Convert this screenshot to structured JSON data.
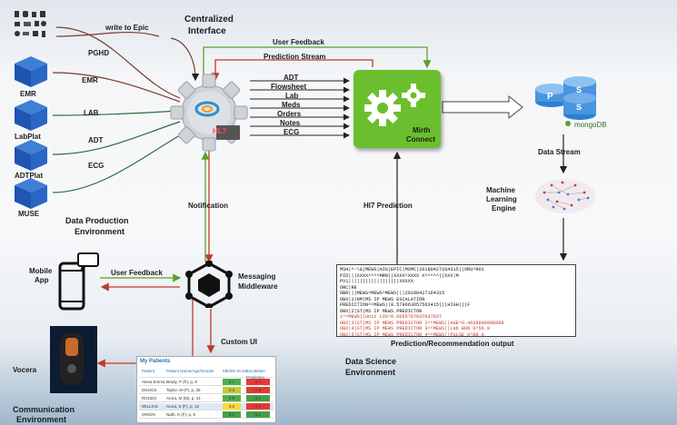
{
  "labels": {
    "write_to_epic": "write to Epic",
    "centralized": "Centralized",
    "interface": "Interface",
    "pghd": "PGHD",
    "emr_src": "EMR",
    "emr_line": "EMR",
    "lab_line": "LAB",
    "labplat": "LabPlat",
    "adt_line": "ADT",
    "adtplat": "ADTPlat",
    "ecg_line": "ECG",
    "muse": "MUSE",
    "data_production_1": "Data Production",
    "data_production_2": "Environment",
    "user_feedback_top": "User Feedback",
    "prediction_stream": "Prediction Stream",
    "mirth_1": "Mirth",
    "mirth_2": "Connect",
    "data_stream": "Data Stream",
    "ml_1": "Machine",
    "ml_2": "Learning",
    "ml_3": "Engine",
    "hl7_prediction": "Hl7 Prediction",
    "notification": "Notification",
    "mobile_1": "Mobile",
    "mobile_2": "App",
    "user_feedback_mid": "User Feedback",
    "messaging_1": "Messaging",
    "messaging_2": "Middleware",
    "custom_ui": "Custom UI",
    "vocera": "Vocera",
    "communication_1": "Communication",
    "communication_2": "Environment",
    "data_science_1": "Data Science",
    "data_science_2": "Environment",
    "pred_output": "Prediction/Recommendation  output",
    "hl7_badge": "HL7",
    "mongodb": "mongoDB"
  },
  "streams": [
    "ADT",
    "Flowsheet",
    "Lab",
    "Meds",
    "Orders",
    "Notes",
    "ECG"
  ],
  "hl7_message": [
    {
      "text": "MSH|^~\\&|MEWS|AIG|EPIC|MSMC|20180427164315||ORU^R01",
      "alert": false
    },
    {
      "text": "PID|||XXXX^^^^MRN||XXXX^XXXX X^^^^^||XXX|M",
      "alert": false
    },
    {
      "text": "PV1||||||||||||||||||XXXXX",
      "alert": false
    },
    {
      "text": "ORC|RE",
      "alert": false
    },
    {
      "text": "OBR|||MEWS^MEWS^MEWS|||20180427164315",
      "alert": false
    },
    {
      "text": "OBX|1|NM|MS IP MEWS ESCALATION",
      "alert": false
    },
    {
      "text": "PREDICTION^^MEWS||0.579663657563415|||HIGH|||F",
      "alert": false
    },
    {
      "text": "OBX|2|ST|MS IP MEWS PREDICTOR",
      "alert": false
    },
    {
      "text": "1^^MEWS||Unit LOS^0.0055787037037037",
      "alert": true
    },
    {
      "text": "OBX|3|ST|MS IP MEWS PREDICTOR 2^^MEWS||AGE^0.4638888888888",
      "alert": true
    },
    {
      "text": "OBX|4|ST|MS IP MEWS PREDICTOR 3^^MEWS||Lab BUN 6^56.0",
      "alert": true
    },
    {
      "text": "OBX|5|ST|MS IP MEWS PREDICTOR 4^^MEWS||PULSE 6^88.0",
      "alert": true
    }
  ],
  "custom_ui": {
    "title": "My Patients",
    "headers": [
      "Patient",
      "Patient Name/Age/Gender",
      "MEWS Score",
      "Escalation Prediction"
    ],
    "rows": [
      {
        "patient": "Alexa Emma",
        "name": "Brady, P (F), p, 8",
        "score": "2.1",
        "pred": "0.7",
        "score_color": "#4caf50",
        "pred_color": "#e53935"
      },
      {
        "patient": "DOUGS",
        "name": "Taylor, M (F), p, 35",
        "score": "0.4",
        "pred": "0.6",
        "score_color": "#c0ca33",
        "pred_color": "#e53935"
      },
      {
        "patient": "ROUDS",
        "name": "Arora, M (M), p, 41",
        "score": "0.8",
        "pred": "0.1",
        "score_color": "#4caf50",
        "pred_color": "#43a047"
      },
      {
        "patient": "WILLIAS",
        "name": "Arora, S (F), p, 12",
        "score": "3.2",
        "pred": "0.4",
        "score_color": "#fdd835",
        "pred_color": "#e53935"
      },
      {
        "patient": "ORION",
        "name": "Nath, K (F), p, 6",
        "score": "0.1",
        "pred": "0.1",
        "score_color": "#43a047",
        "pred_color": "#43a047"
      }
    ]
  }
}
